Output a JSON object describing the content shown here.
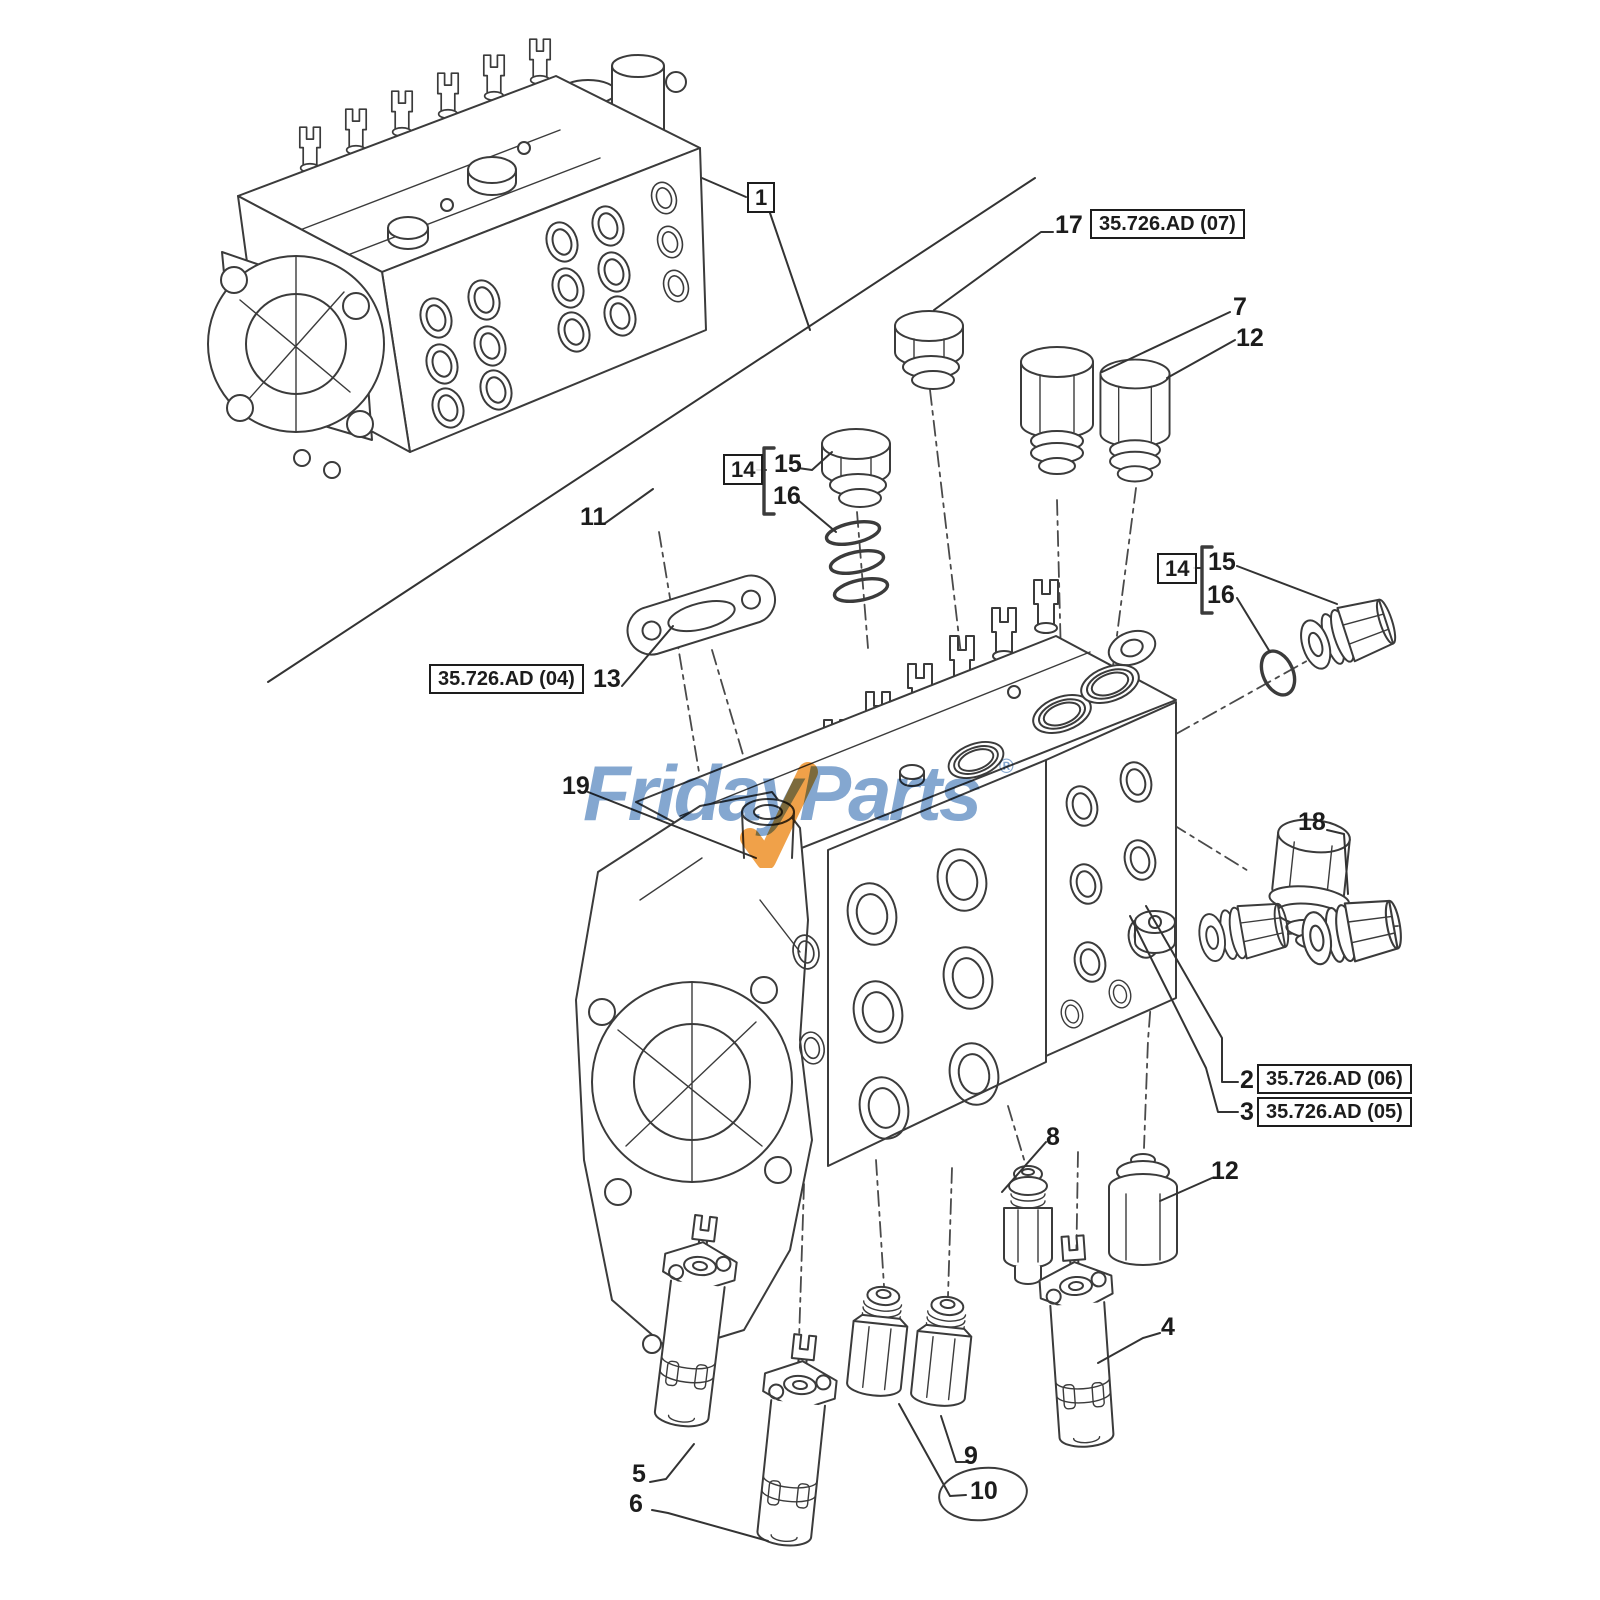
{
  "page": {
    "background": "#ffffff"
  },
  "watermark": {
    "brand_left": "Friday",
    "brand_right": "Parts",
    "registered_mark": "®",
    "text_color": "#7aa0cc",
    "check_color": "#f0a149"
  },
  "highlight": {
    "circled_part": "10",
    "color": "#e23a1d"
  },
  "labels": {
    "fig_box": "1",
    "n17": "17",
    "ref_ad07": "35.726.AD (07)",
    "n7": "7",
    "n12_top": "12",
    "n11": "11",
    "n14_left": "14",
    "n15_left": "15",
    "n16_left": "16",
    "ref_ad04": "35.726.AD (04)",
    "n13": "13",
    "n14_right": "14",
    "n15_right": "15",
    "n16_right": "16",
    "n19": "19",
    "n18": "18",
    "n2": "2",
    "ref_ad06": "35.726.AD (06)",
    "n3": "3",
    "ref_ad05": "35.726.AD (05)",
    "n8": "8",
    "n12_bottom": "12",
    "n4": "4",
    "n9": "9",
    "n10": "10",
    "n5": "5",
    "n6": "6"
  }
}
